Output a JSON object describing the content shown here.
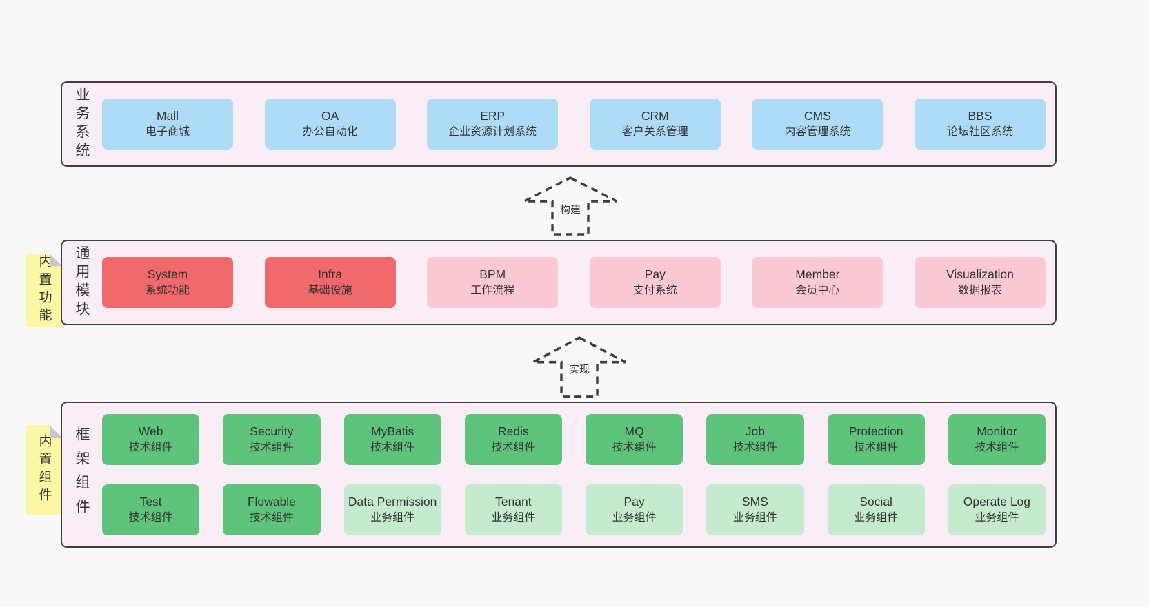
{
  "colors": {
    "page-bg": "#f8f8f8",
    "panel-bg": "#f9edf6",
    "panel-border": "#3f3f3f",
    "box-blue": "#aedcf7",
    "box-red": "#f2696b",
    "box-pink": "#fbc9d3",
    "box-green-dark": "#5ec47b",
    "box-green-light": "#c5ebcf",
    "sticky-yellow": "#fbf7a2",
    "sticky-fold": "#c6c6c6",
    "text": "#333333"
  },
  "layers": {
    "business": {
      "side_label": "业务系统",
      "boxes": [
        {
          "title": "Mall",
          "subtitle": "电子商城"
        },
        {
          "title": "OA",
          "subtitle": "办公自动化"
        },
        {
          "title": "ERP",
          "subtitle": "企业资源计划系统"
        },
        {
          "title": "CRM",
          "subtitle": "客户关系管理"
        },
        {
          "title": "CMS",
          "subtitle": "内容管理系统"
        },
        {
          "title": "BBS",
          "subtitle": "论坛社区系统"
        }
      ]
    },
    "modules": {
      "side_label": "通用模块",
      "sticky_label": "内置功能",
      "boxes": [
        {
          "title": "System",
          "subtitle": "系统功能"
        },
        {
          "title": "Infra",
          "subtitle": "基础设施"
        },
        {
          "title": "BPM",
          "subtitle": "工作流程"
        },
        {
          "title": "Pay",
          "subtitle": "支付系统"
        },
        {
          "title": "Member",
          "subtitle": "会员中心"
        },
        {
          "title": "Visualization",
          "subtitle": "数据报表"
        }
      ]
    },
    "components": {
      "side_label": "框架组件",
      "sticky_label": "内置组件",
      "row1": [
        {
          "title": "Web",
          "subtitle": "技术组件"
        },
        {
          "title": "Security",
          "subtitle": "技术组件"
        },
        {
          "title": "MyBatis",
          "subtitle": "技术组件"
        },
        {
          "title": "Redis",
          "subtitle": "技术组件"
        },
        {
          "title": "MQ",
          "subtitle": "技术组件"
        },
        {
          "title": "Job",
          "subtitle": "技术组件"
        },
        {
          "title": "Protection",
          "subtitle": "技术组件"
        },
        {
          "title": "Monitor",
          "subtitle": "技术组件"
        }
      ],
      "row2": [
        {
          "title": "Test",
          "subtitle": "技术组件"
        },
        {
          "title": "Flowable",
          "subtitle": "技术组件"
        },
        {
          "title": "Data Permission",
          "subtitle": "业务组件"
        },
        {
          "title": "Tenant",
          "subtitle": "业务组件"
        },
        {
          "title": "Pay",
          "subtitle": "业务组件"
        },
        {
          "title": "SMS",
          "subtitle": "业务组件"
        },
        {
          "title": "Social",
          "subtitle": "业务组件"
        },
        {
          "title": "Operate Log",
          "subtitle": "业务组件"
        }
      ]
    }
  },
  "arrows": {
    "build": {
      "label": "构建"
    },
    "implement": {
      "label": "实现"
    }
  }
}
